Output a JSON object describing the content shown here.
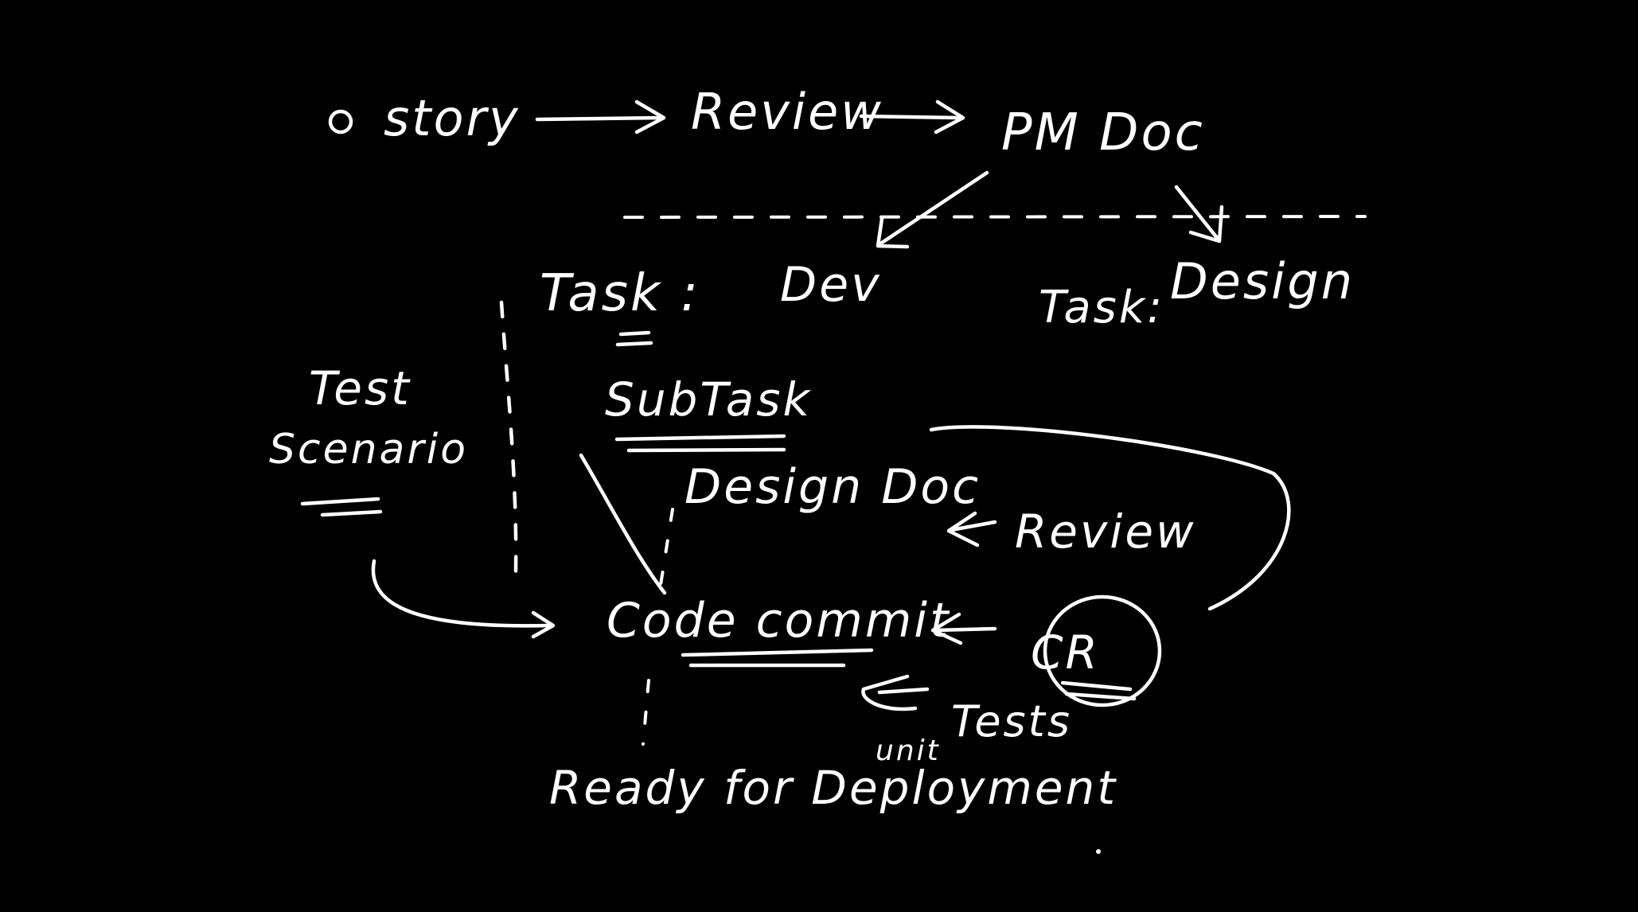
{
  "theme": {
    "background": "#000000",
    "ink": "#ffffff"
  },
  "labels": {
    "story": "story",
    "review_top": "Review",
    "pm_doc": "PM Doc",
    "task_dev_prefix": "Task :",
    "task_dev": "Dev",
    "task_design_prefix": "Task:",
    "task_design": "Design",
    "subtask": "SubTask",
    "test_line1": "Test",
    "test_line2": "Scenario",
    "design_doc": "Design Doc",
    "review_doc": "Review",
    "code_commit": "Code commit",
    "cr": "CR",
    "tests": "Tests",
    "unit": "unit",
    "ready": "Ready for Deployment"
  }
}
